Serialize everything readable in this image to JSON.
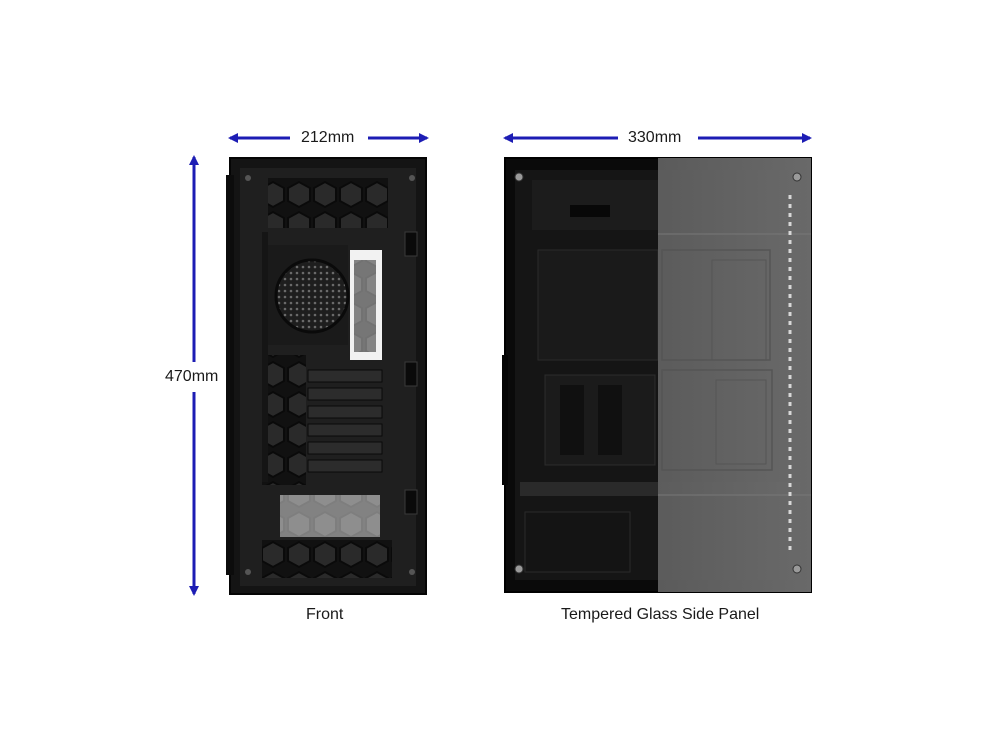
{
  "dimensions": {
    "front_width": "212mm",
    "side_depth": "330mm",
    "height": "470mm"
  },
  "captions": {
    "front": "Front",
    "side": "Tempered Glass Side Panel"
  },
  "colors": {
    "arrow": "#1d1db4",
    "case_body": "#1c1c1c",
    "case_frame": "#0d0d0d",
    "glass_tint": "#6a6a6a",
    "background": "#ffffff"
  }
}
